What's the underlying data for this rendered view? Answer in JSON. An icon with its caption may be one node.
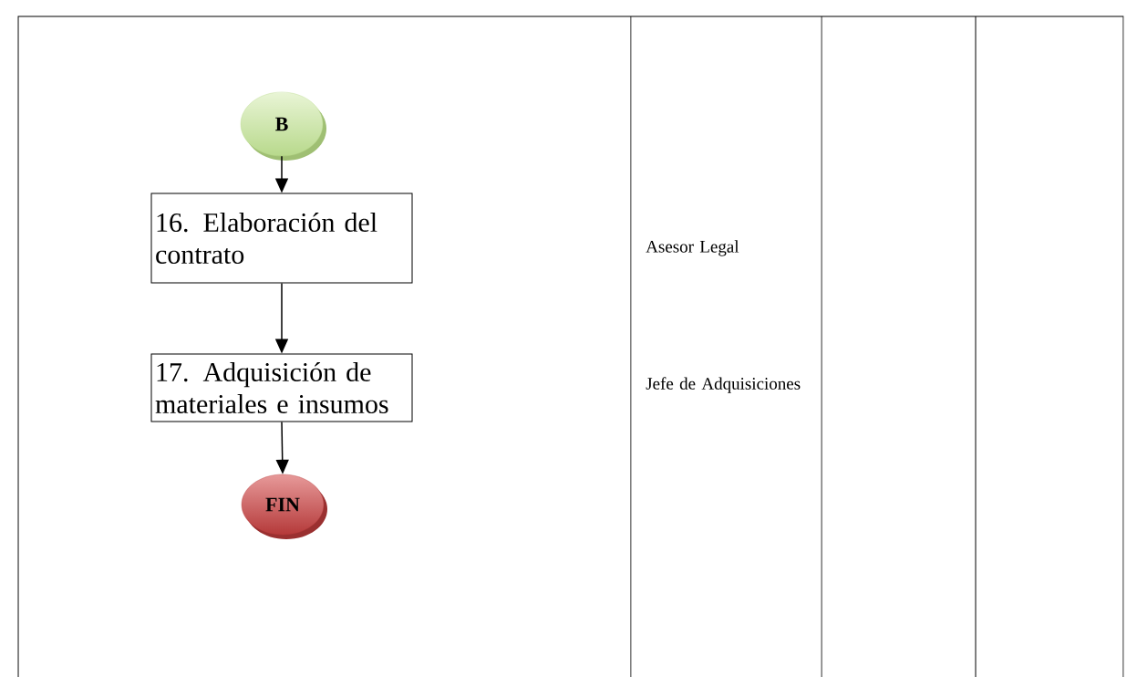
{
  "diagram": {
    "nodes": [
      {
        "text": [
          "B"
        ]
      },
      {
        "text": [
          "16. Elaboración del contrato"
        ]
      },
      {
        "text": [
          "17. Adquisición de materiales e insumos"
        ]
      },
      {
        "text": [
          "FIN"
        ]
      }
    ],
    "edges": [
      {
        "from": 0,
        "to": 1,
        "arrow": "to"
      },
      {
        "from": 1,
        "to": 2,
        "arrow": "to"
      },
      {
        "from": 2,
        "to": 3,
        "arrow": "to"
      }
    ],
    "labels": [
      "Asesor Legal",
      "Jefe de Adquisiciones"
    ]
  }
}
